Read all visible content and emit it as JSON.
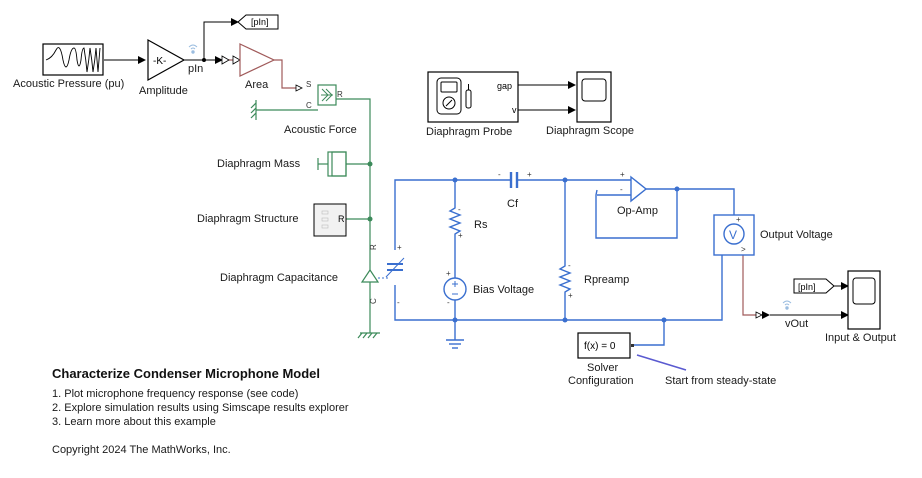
{
  "model": {
    "title": "Characterize Condenser Microphone Model",
    "links": [
      "1. Plot microphone frequency response (see code)",
      "2. Explore simulation results using Simscape results explorer",
      "3. Learn more about this example"
    ],
    "copyright": "Copyright 2024 The MathWorks, Inc."
  },
  "colors": {
    "signal": "#000000",
    "physical_signal": "#a05a5a",
    "mechanical": "#3c8a5a",
    "electrical": "#3a6fcf",
    "annotation_line": "#5a5ad0",
    "wireless_icon": "#9bbde0"
  },
  "blocks": {
    "acoustic_pressure": {
      "label": "Acoustic Pressure (pu)",
      "icon": "sine-chirp-icon"
    },
    "amplitude": {
      "label": "Amplitude",
      "gain": "-K-"
    },
    "signal_pin": {
      "label": "pIn"
    },
    "goto_pin": {
      "label": "[pIn]"
    },
    "area": {
      "label": "Area"
    },
    "acoustic_force": {
      "label": "Acoustic Force",
      "ports": {
        "s": "S",
        "c": "C",
        "r": "R"
      }
    },
    "diaphragm_mass": {
      "label": "Diaphragm Mass"
    },
    "diaphragm_structure": {
      "label": "Diaphragm Structure",
      "port": "R"
    },
    "diaphragm_capacitance": {
      "label": "Diaphragm Capacitance",
      "ports": {
        "r": "R",
        "c": "C"
      }
    },
    "diaphragm_probe": {
      "label": "Diaphragm Probe",
      "ports": {
        "gap": "gap",
        "v": "v"
      },
      "icon": "multimeter-icon"
    },
    "diaphragm_scope": {
      "label": "Diaphragm Scope"
    },
    "cf": {
      "label": "Cf",
      "minus": "-",
      "plus": "+"
    },
    "rs": {
      "label": "Rs"
    },
    "bias_voltage": {
      "label": "Bias Voltage"
    },
    "rpreamp": {
      "label": "Rpreamp"
    },
    "op_amp": {
      "label": "Op-Amp",
      "plus": "+",
      "minus": "-"
    },
    "output_voltage": {
      "label": "Output Voltage",
      "symbol": "V"
    },
    "from_pin": {
      "label": "[pIn]"
    },
    "signal_vout": {
      "label": "vOut"
    },
    "input_output_scope": {
      "label": "Input & Output"
    },
    "solver": {
      "label_line1": "Solver",
      "label_line2": "Configuration",
      "text": "f(x) = 0"
    },
    "steady_state_note": {
      "label": "Start from steady-state"
    }
  }
}
